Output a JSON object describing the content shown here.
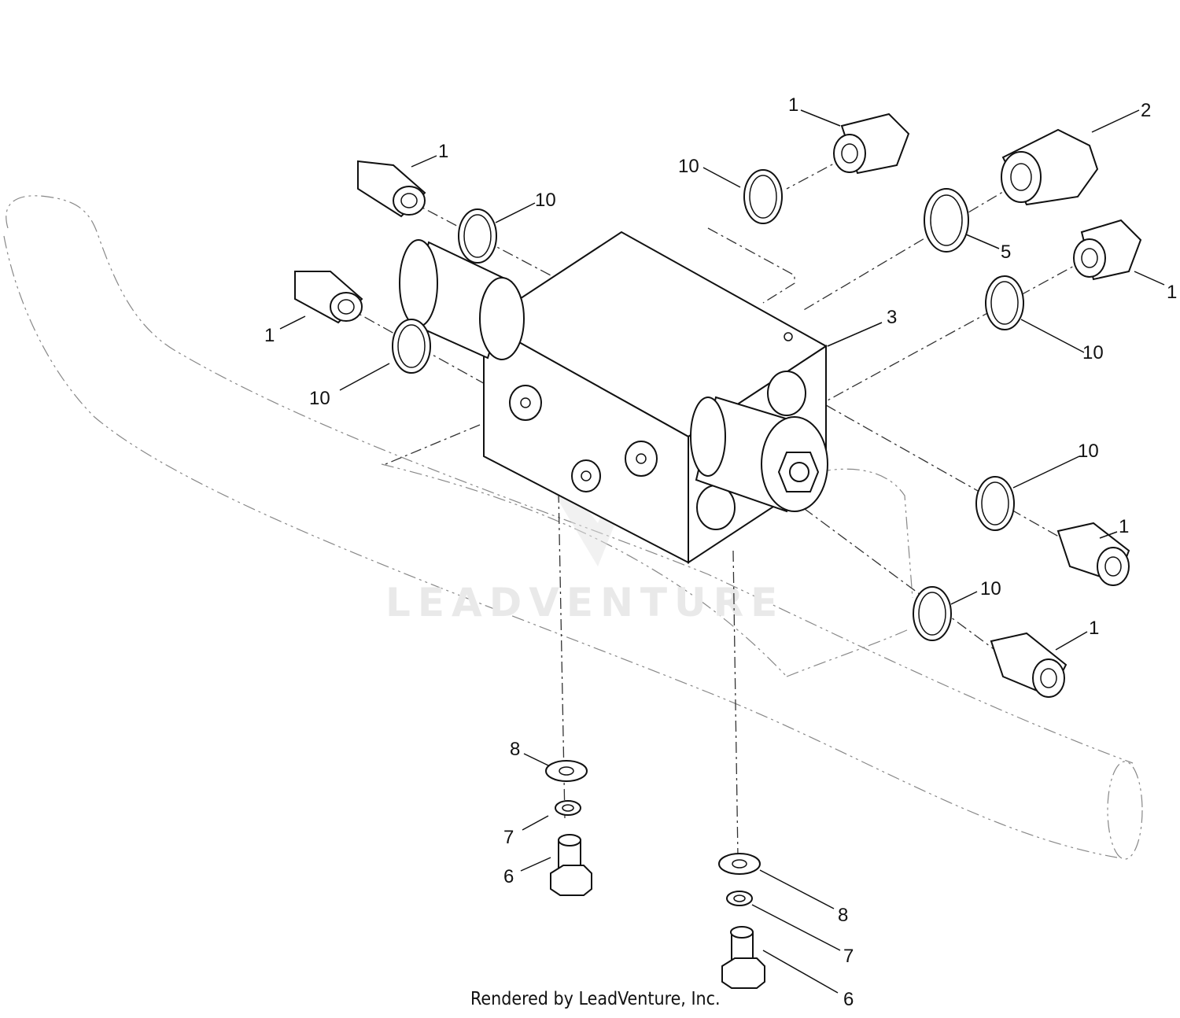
{
  "diagram": {
    "callouts": [
      {
        "id": "c1a",
        "text": "1"
      },
      {
        "id": "c1b",
        "text": "1"
      },
      {
        "id": "c1c",
        "text": "1"
      },
      {
        "id": "c1d",
        "text": "1"
      },
      {
        "id": "c1e",
        "text": "1"
      },
      {
        "id": "c1f",
        "text": "1"
      },
      {
        "id": "c2",
        "text": "2"
      },
      {
        "id": "c3",
        "text": "3"
      },
      {
        "id": "c5",
        "text": "5"
      },
      {
        "id": "c10a",
        "text": "10"
      },
      {
        "id": "c10b",
        "text": "10"
      },
      {
        "id": "c10c",
        "text": "10"
      },
      {
        "id": "c10d",
        "text": "10"
      },
      {
        "id": "c10e",
        "text": "10"
      },
      {
        "id": "c10f",
        "text": "10"
      },
      {
        "id": "c8a",
        "text": "8"
      },
      {
        "id": "c7a",
        "text": "7"
      },
      {
        "id": "c6a",
        "text": "6"
      },
      {
        "id": "c8b",
        "text": "8"
      },
      {
        "id": "c7b",
        "text": "7"
      },
      {
        "id": "c6b",
        "text": "6"
      }
    ],
    "watermark": "LEADVENTURE",
    "footer": "Rendered by LeadVenture, Inc."
  }
}
